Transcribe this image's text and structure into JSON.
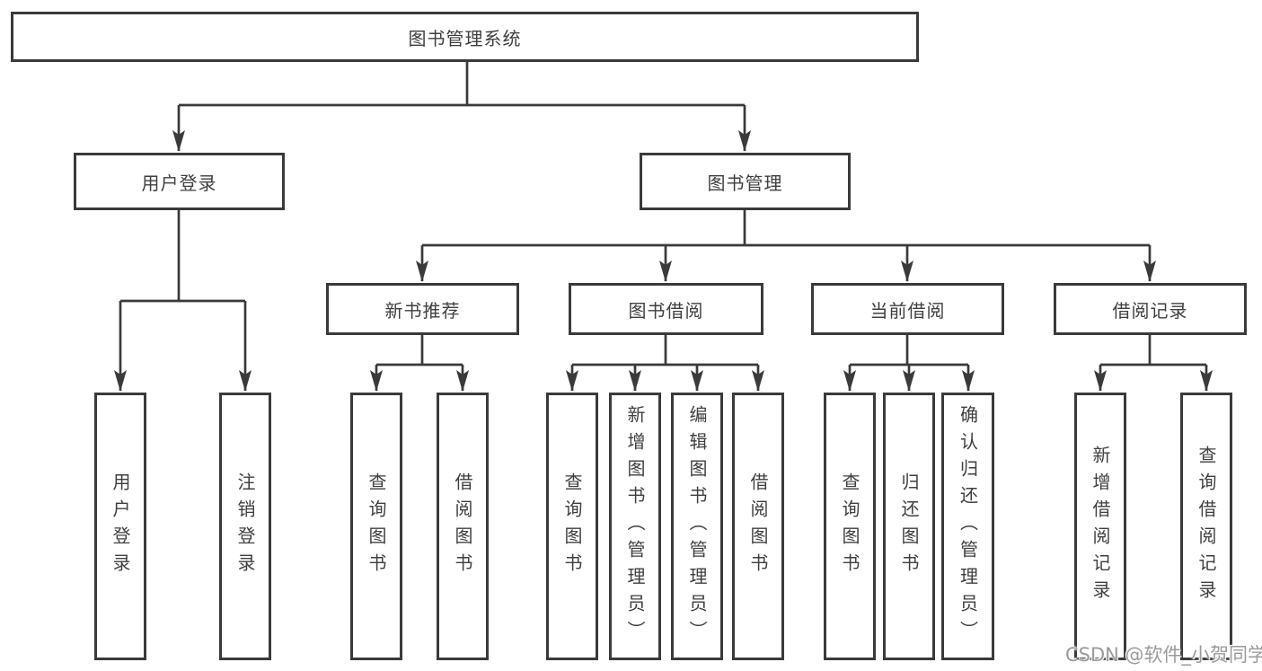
{
  "tree": {
    "root": {
      "label": "图书管理系统"
    },
    "branches": [
      {
        "label": "用户登录",
        "children": [
          "用户登录",
          "注销登录"
        ]
      },
      {
        "label": "图书管理",
        "sections": [
          {
            "label": "新书推荐",
            "children": [
              "查询图书",
              "借阅图书"
            ]
          },
          {
            "label": "图书借阅",
            "children": [
              "查询图书",
              "新增图书（管理员）",
              "编辑图书（管理员）",
              "借阅图书"
            ]
          },
          {
            "label": "当前借阅",
            "children": [
              "查询图书",
              "归还图书",
              "确认归还（管理员）"
            ]
          },
          {
            "label": "借阅记录",
            "children": [
              "新增借阅记录",
              "查询借阅记录"
            ]
          }
        ]
      }
    ]
  },
  "watermark": {
    "text": "CSDN @软件_小贺同学"
  },
  "colors": {
    "line": "#3a3a3a",
    "text": "#3f3f3f",
    "watermark": "#9b9b9b",
    "background": "#ffffff"
  }
}
